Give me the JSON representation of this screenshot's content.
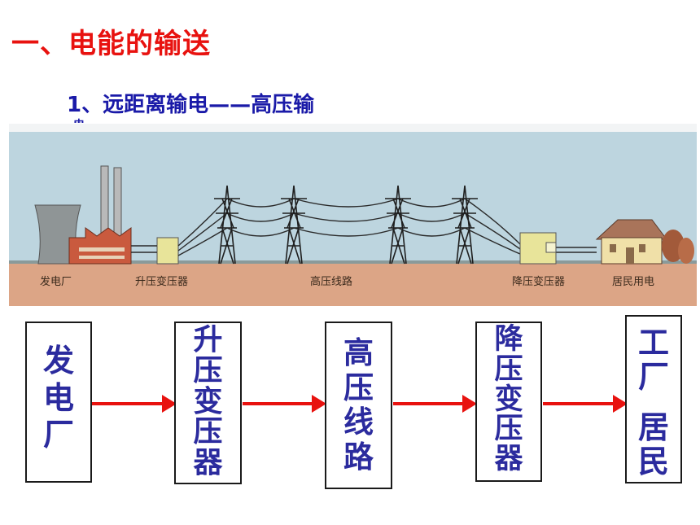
{
  "title": "一、电能的输送",
  "subtitle": "1、远距离输电——高压输",
  "subtitle_tail": "电",
  "scene": {
    "labels": [
      "发电厂",
      "升压变压器",
      "高压线路",
      "降压变压器",
      "居民用电"
    ]
  },
  "flow": {
    "box1": [
      "发",
      "电",
      "厂"
    ],
    "box2": [
      "升",
      "压",
      "变",
      "压",
      "器"
    ],
    "box3": [
      "高",
      "压",
      "线",
      "路"
    ],
    "box4": [
      "降",
      "压",
      "变",
      "压",
      "器"
    ],
    "box5a": [
      "工",
      "厂"
    ],
    "box5b": [
      "居",
      "民"
    ]
  },
  "colors": {
    "title": "#e8120f",
    "text": "#1a1aa8",
    "arrow": "#e8120f",
    "box_text": "#2b2b9e"
  }
}
